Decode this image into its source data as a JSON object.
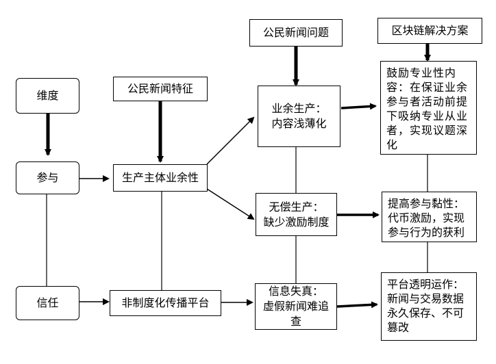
{
  "nodes": {
    "weidu": "维度",
    "canyu": "参与",
    "xinren": "信任",
    "tezheng": "公民新闻特征",
    "wenti": "公民新闻问题",
    "fangan": "区块链解决方案",
    "zhuti": "生产主体业余性",
    "pingtai": "非制度化传播平台",
    "yeyu": "业余生产：\n内容浅薄化",
    "wuchang": "无偿生产：\n缺少激励制度",
    "xinxi": "信息失真：\n虚假新闻难追查",
    "guli": "鼓励专业性内容：在保证业余参与者活动前提下吸纳专业从业者，实现议题深化",
    "tigao": "提高参与黏性：代币激励，实现参与行为的获利",
    "touming": "平台透明运作：新闻与交易数据永久保存、不可篡改"
  }
}
